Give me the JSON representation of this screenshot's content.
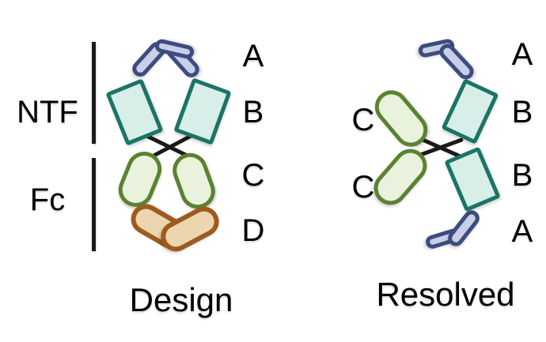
{
  "palette": {
    "background": "#ffffff",
    "text": "#000000",
    "line": "#1a1a1a",
    "blue_fill": "#c9cfe8",
    "blue_border": "#3d4c7e",
    "teal_fill": "#d8eee9",
    "teal_border": "#1b7466",
    "green_fill": "#e8f2dc",
    "green_border": "#5a8230",
    "tan_fill": "#edd5af",
    "tan_border": "#9d5b1e"
  },
  "design": {
    "caption": "Design",
    "bracket_labels": [
      "NTF",
      "Fc"
    ],
    "chain_labels": [
      "A",
      "B",
      "C",
      "D"
    ]
  },
  "resolved": {
    "caption": "Resolved",
    "right_chain_labels": [
      "A",
      "B",
      "B",
      "A"
    ],
    "left_chain_labels": [
      "C",
      "C"
    ]
  }
}
